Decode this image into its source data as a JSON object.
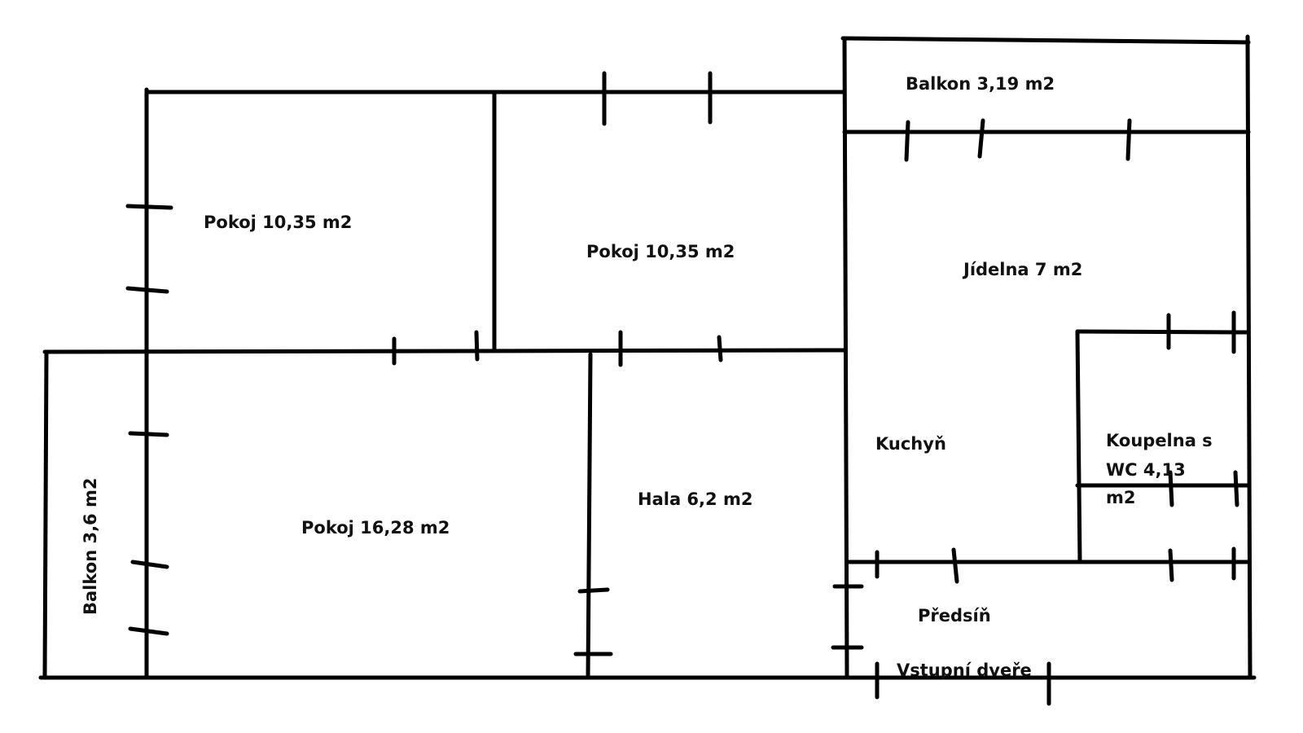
{
  "plan": {
    "wall_color": "#000000",
    "rooms": {
      "balkon_top": "Balkon 3,19 m2",
      "pokoj_1": "Pokoj 10,35 m2",
      "pokoj_2": "Pokoj 10,35 m2",
      "jidelna": "Jídelna 7 m2",
      "kuchyn": "Kuchyň",
      "koupelna_line1": "Koupelna s",
      "koupelna_line2": "WC 4,13",
      "koupelna_line3": "m2",
      "hala": "Hala 6,2 m2",
      "pokoj_3": "Pokoj 16,28 m2",
      "predsin": "Předsíň",
      "vstupni_dvere": "Vstupní dveře",
      "balkon_left": "Balkon 3,6 m2"
    }
  }
}
